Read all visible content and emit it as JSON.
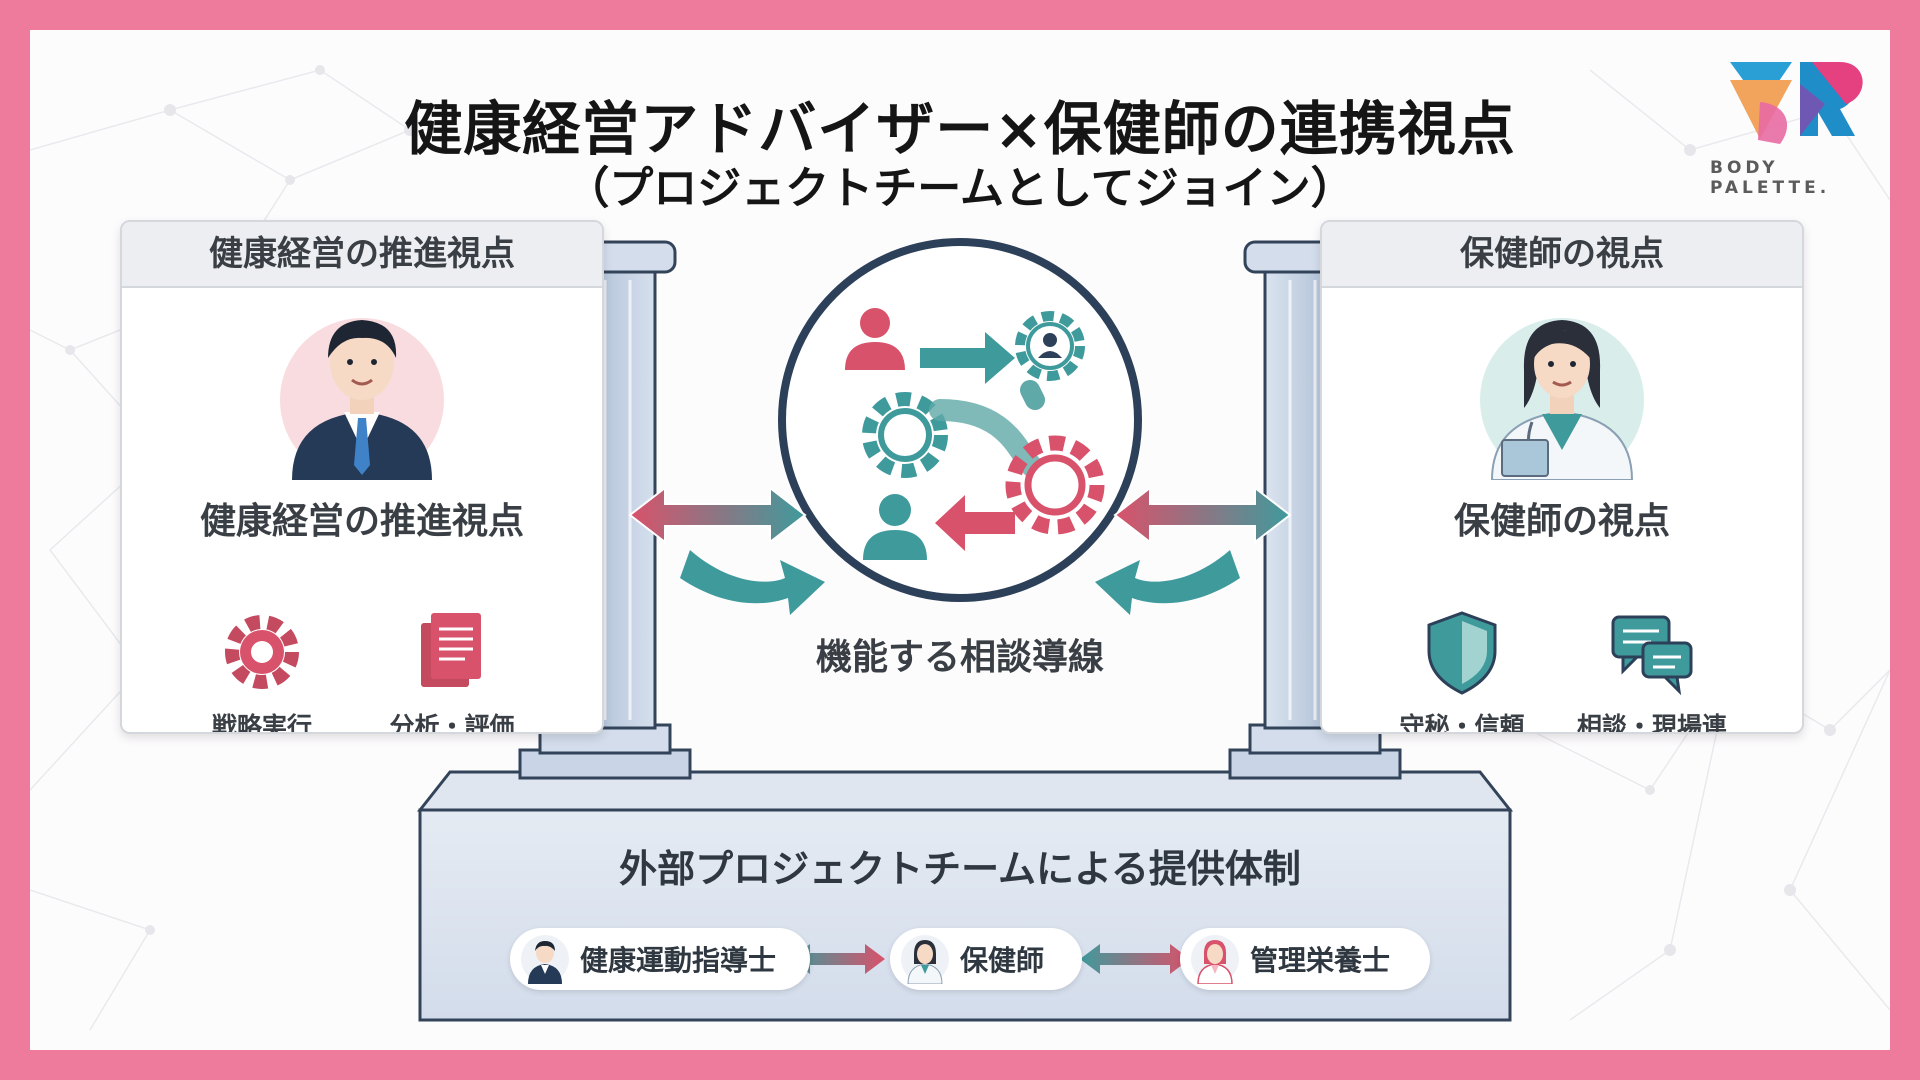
{
  "header": {
    "title": "健康経営アドバイザー×保健師の連携視点",
    "subtitle": "（プロジェクトチームとしてジョイン）"
  },
  "logo": {
    "text": "BODY PALETTE."
  },
  "left_panel": {
    "heading": "健康経営の推進視点",
    "label": "健康経営の推進視点",
    "avatar_icon": "businessman-icon",
    "features": [
      {
        "label": "戦略実行",
        "icon": "gear-icon"
      },
      {
        "label": "分析・評価",
        "icon": "document-icon"
      }
    ]
  },
  "right_panel": {
    "heading": "保健師の視点",
    "label": "保健師の視点",
    "avatar_icon": "nurse-icon",
    "features": [
      {
        "label": "守秘・信頼",
        "icon": "shield-icon"
      },
      {
        "label": "相談・現場連携",
        "icon": "chat-bubbles-icon"
      }
    ]
  },
  "center": {
    "label": "機能する相談導線",
    "icon": "consultation-flow-icon"
  },
  "base": {
    "title": "外部プロジェクトチームによる提供体制",
    "members": [
      {
        "label": "健康運動指導士",
        "icon": "trainer-avatar-icon"
      },
      {
        "label": "保健師",
        "icon": "nurse-avatar-icon"
      },
      {
        "label": "管理栄養士",
        "icon": "dietitian-avatar-icon"
      }
    ]
  },
  "colors": {
    "frame": "#ee7a9c",
    "teal": "#3f9a9c",
    "rose": "#d9526b",
    "navy": "#2d4059",
    "pillar": "#c9d5e6",
    "title": "#151515"
  }
}
